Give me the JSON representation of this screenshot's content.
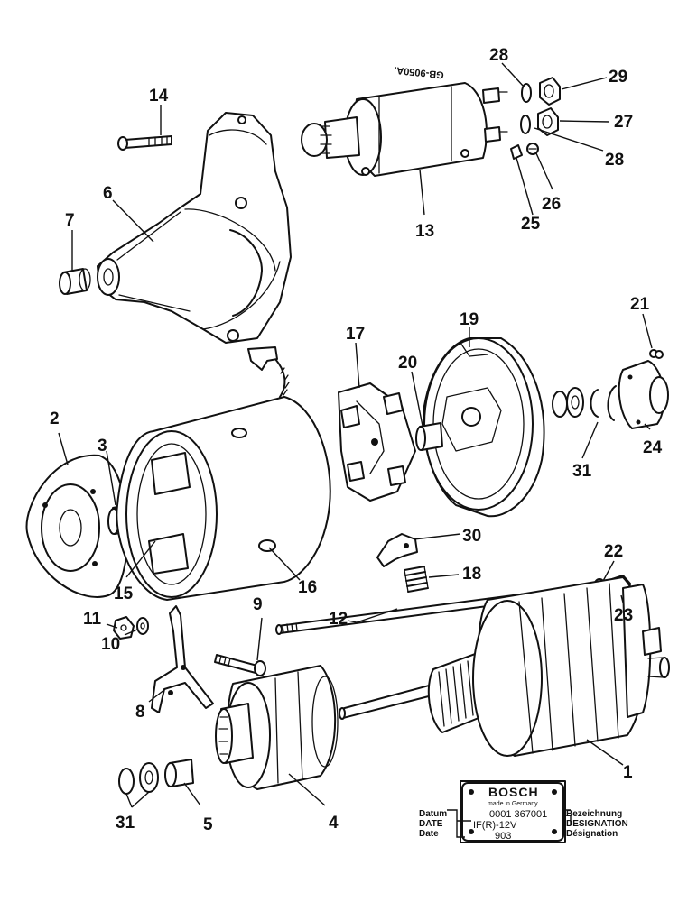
{
  "diagram": {
    "part_numbers": {
      "p1": "1",
      "p2": "2",
      "p3": "3",
      "p4": "4",
      "p5": "5",
      "p6": "6",
      "p7": "7",
      "p8": "8",
      "p9": "9",
      "p10": "10",
      "p11": "11",
      "p12": "12",
      "p13": "13",
      "p14": "14",
      "p15": "15",
      "p16": "16",
      "p17": "17",
      "p18": "18",
      "p19": "19",
      "p20": "20",
      "p21": "21",
      "p22": "22",
      "p23": "23",
      "p24": "24",
      "p25": "25",
      "p26": "26",
      "p27": "27",
      "p28a": "28",
      "p28b": "28",
      "p29": "29",
      "p30": "30",
      "p31a": "31",
      "p31b": "31"
    },
    "solenoid_stamp": "GB-9050A."
  },
  "nameplate": {
    "brand": "BOSCH",
    "origin": "made in Germany",
    "left_labels": [
      "Datum",
      "DATE",
      "Date"
    ],
    "right_labels": [
      "Bezeichnung",
      "DESIGNATION",
      "Désignation"
    ],
    "part_no": "0001 367001",
    "type": "IF(R)-12V",
    "date_code": "903"
  }
}
